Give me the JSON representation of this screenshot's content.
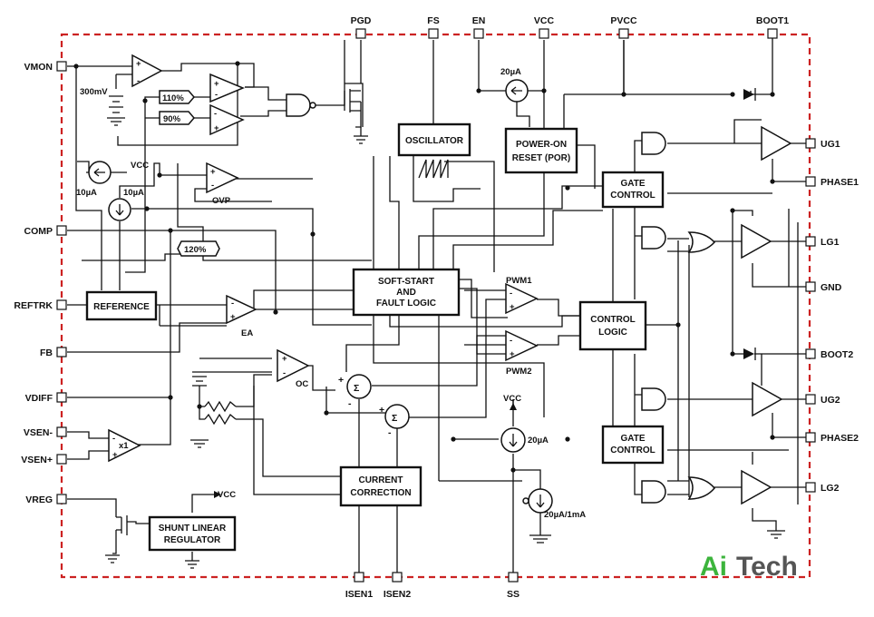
{
  "pins": {
    "pgd": "PGD",
    "fs": "FS",
    "en": "EN",
    "vcc": "VCC",
    "pvcc": "PVCC",
    "boot1": "BOOT1",
    "vmon": "VMON",
    "comp": "COMP",
    "refTrk": "REFTRK",
    "fb": "FB",
    "vdiff": "VDIFF",
    "vsenMinus": "VSEN-",
    "vsenPlus": "VSEN+",
    "vreg": "VREG",
    "ug1": "UG1",
    "phase1": "PHASE1",
    "lg1": "LG1",
    "gnd": "GND",
    "boot2": "BOOT2",
    "ug2": "UG2",
    "phase2": "PHASE2",
    "lg2": "LG2",
    "isen1": "ISEN1",
    "isen2": "ISEN2",
    "ss": "SS"
  },
  "blocks": {
    "oscillator": "OSCILLATOR",
    "porLine1": "POWER-ON",
    "porLine2": "RESET (POR)",
    "gate1Line1": "GATE",
    "gate1Line2": "CONTROL",
    "gate2Line1": "GATE",
    "gate2Line2": "CONTROL",
    "ssLine1": "SOFT-START",
    "ssLine2": "AND",
    "ssLine3": "FAULT LOGIC",
    "ctrlLine1": "CONTROL",
    "ctrlLine2": "LOGIC",
    "reference": "REFERENCE",
    "ccLine1": "CURRENT",
    "ccLine2": "CORRECTION",
    "shuntLine1": "SHUNT LINEAR",
    "shuntLine2": "REGULATOR"
  },
  "labels": {
    "mv300": "300mV",
    "p110": "110%",
    "p90": "90%",
    "p120": "120%",
    "src10a": "10µA",
    "src10b": "10µA",
    "vccTop": "VCC",
    "ovp": "OVP",
    "ea": "EA",
    "oc": "OC",
    "pwm1": "PWM1",
    "pwm2": "PWM2",
    "src20top": "20µA",
    "vccMid": "VCC",
    "src20mid": "20µA",
    "src20ss": "20µA/1mA",
    "vccShunt": "VCC",
    "x1": "x1",
    "sigma": "Σ",
    "plus": "+",
    "minus": "-"
  },
  "watermark": {
    "part1": "Ai",
    "part2": "Tech",
    "part1Color": "#3cb43c",
    "part2Color": "#555555"
  },
  "colors": {
    "border": "#cc2222",
    "wire": "#111111"
  }
}
